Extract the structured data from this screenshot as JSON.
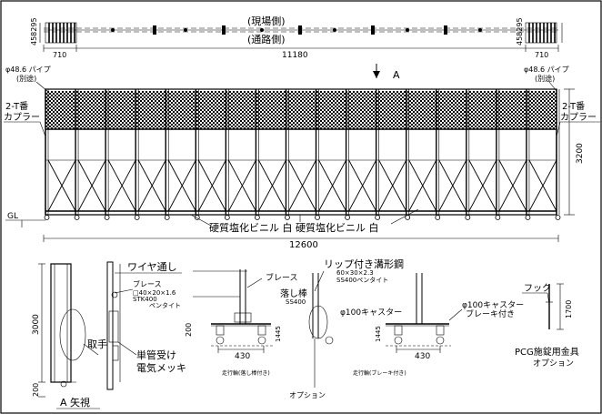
{
  "top_view": {
    "label_site_side": "(現場側)",
    "label_road_side": "(通路側)",
    "dim_total": "11180",
    "dim_end_left": "710",
    "dim_end_right": "710",
    "dim_depth_left": "458295",
    "dim_depth_right": "458295",
    "section_marker": "A"
  },
  "elevation": {
    "pipe_label_left": "φ48.6 パイプ",
    "pipe_note_left": "(別途)",
    "pipe_label_right": "φ48.6 パイプ",
    "pipe_note_right": "(別途)",
    "coupler_left_1": "2-T番",
    "coupler_left_2": "カプラー",
    "coupler_right_1": "2-T番",
    "coupler_right_2": "カプラー",
    "height_dim": "3200",
    "ground_label": "GL",
    "material_label": "硬質塩化ビニル 白 硬質塩化ビニル 白",
    "width_dim": "12600"
  },
  "view_a": {
    "wire_label": "ワイヤ通し",
    "brace_label_1": "ブレース",
    "brace_label_2": "□40×20×1.6",
    "brace_label_3": "STK400",
    "brace_label_4": "ペンタイト",
    "handle_label": "取手",
    "pipe_bracket_1": "単管受け",
    "pipe_bracket_2": "電気メッキ",
    "dim_3000": "3000",
    "dim_200": "200",
    "caption": "A  矢視"
  },
  "caster_detail": {
    "channel_label": "リップ付き溝形鋼",
    "channel_spec_1": "60×30×2.3",
    "channel_spec_2": "SS400ペンタイト",
    "brace_label": "ブレース",
    "latch_label_1": "落し棒",
    "latch_label_2": "SS400",
    "caster_center": "φ100キャスター",
    "caster_right_1": "φ100キャスター",
    "caster_right_2": "ブレーキ付き",
    "dim_430_left": "430",
    "dim_430_right": "430",
    "dim_200": "200",
    "dim_1445_left": "1445",
    "dim_1445_right": "1445",
    "note_left": "走行輪(落し棒付き)",
    "note_right": "走行輪(ブレーキ付き)",
    "option_label": "オプション"
  },
  "hook_detail": {
    "hook_label": "フック",
    "dim_1700": "1700",
    "bracket_label": "PCG施錠用金具",
    "option_label": "オプション"
  }
}
